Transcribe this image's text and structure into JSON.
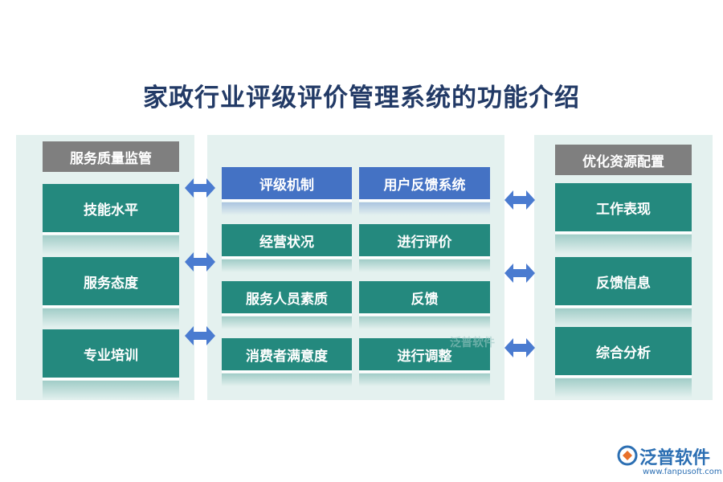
{
  "title": "家政行业评级评价管理系统的功能介绍",
  "left_panel": {
    "header": "服务质量监管",
    "items": [
      "技能水平",
      "服务态度",
      "专业培训"
    ]
  },
  "middle_panel": {
    "rows": [
      {
        "left": "评级机制",
        "right": "用户反馈系统"
      },
      {
        "left": "经营状况",
        "right": "进行评价"
      },
      {
        "left": "服务人员素质",
        "right": "反馈"
      },
      {
        "left": "消费者满意度",
        "right": "进行调整"
      }
    ]
  },
  "right_panel": {
    "header": "优化资源配置",
    "items": [
      "工作表现",
      "反馈信息",
      "综合分析"
    ]
  },
  "watermark": "泛普软件",
  "logo": {
    "name": "泛普软件",
    "url": "www.fanpusoft.com"
  },
  "colors": {
    "teal": "#24897e",
    "blue": "#4472c4",
    "gray_header": "#7f7f7f",
    "panel_bg": "#e4f1ef",
    "title": "#223a66"
  },
  "icons": [
    "double-arrow-icon",
    "fanpu-logo-icon"
  ]
}
